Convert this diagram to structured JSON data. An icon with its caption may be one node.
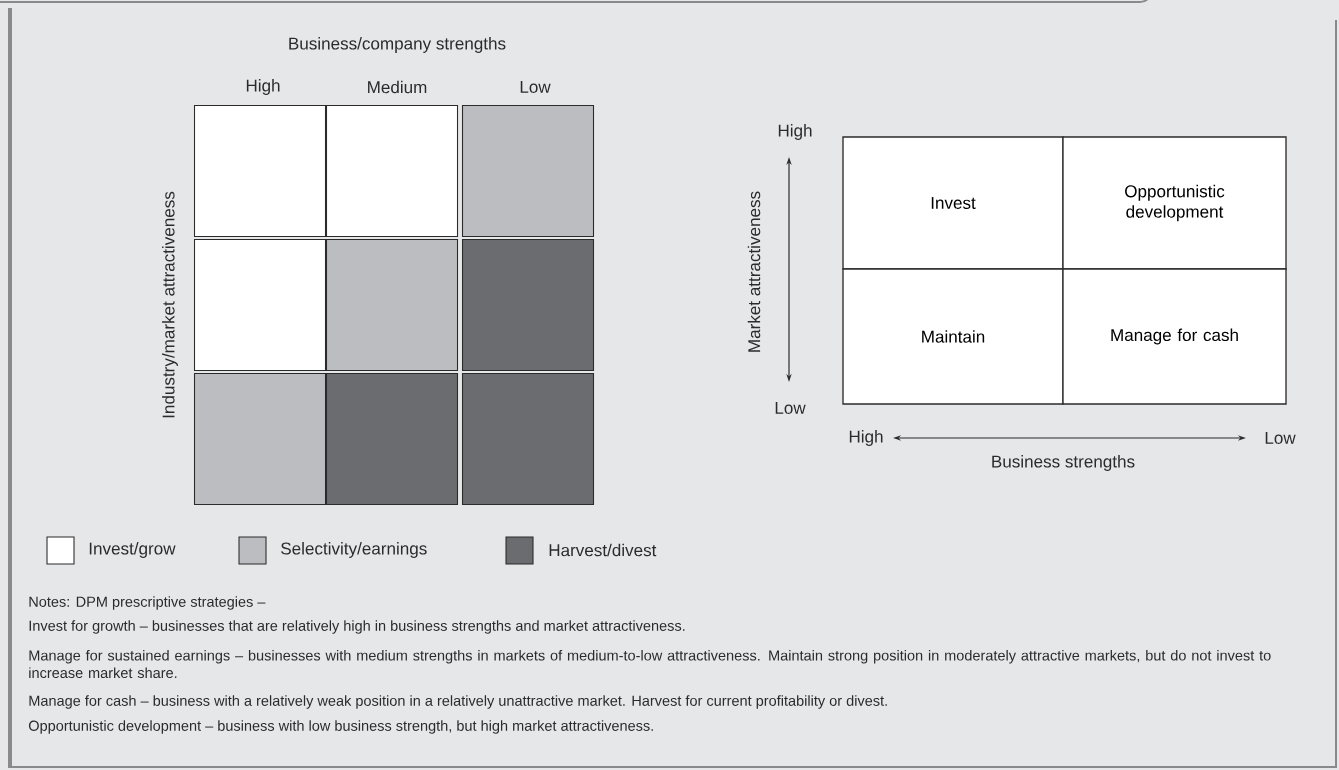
{
  "diagram": {
    "nodes": [
      {
        "text": [],
        "shape": "box"
      },
      {
        "text": [],
        "shape": "box"
      },
      {
        "text": [],
        "shape": "box"
      },
      {
        "text": [],
        "shape": "box"
      },
      {
        "text": [],
        "shape": "box"
      },
      {
        "text": [],
        "shape": "box"
      },
      {
        "text": [],
        "shape": "box"
      },
      {
        "text": [],
        "shape": "box"
      },
      {
        "text": [],
        "shape": "box"
      },
      {
        "text": [
          "Invest"
        ]
      },
      {
        "text": [
          "Opportunistic development"
        ]
      },
      {
        "text": [
          "Maintain"
        ]
      },
      {
        "text": [
          "Manage for cash"
        ]
      }
    ],
    "edges": [],
    "labels": [
      "Business/company strengths",
      "High",
      "Medium",
      "Low",
      "Industry/market attractiveness",
      "High",
      "Low",
      "Market attractiveness",
      "High",
      "Low",
      "Business strengths",
      "Notes: DPM prescriptive strategies –",
      "Invest for growth – businesses that are relatively high in business strengths and market attractiveness.",
      "Manage for sustained earnings – businesses with medium strengths in markets of medium-to-low attractiveness. Maintain strong position in moderately attractive markets, but do not invest to increase market share.",
      "Manage for cash – business with a relatively weak position in a relatively unattractive market. Harvest for current profitability or divest.",
      "Opportunistic development – business with low business strength, but high market attractiveness."
    ],
    "legend": [
      {
        "text": "Invest/grow",
        "color": "#ffffff"
      },
      {
        "text": "Selectivity/earnings",
        "color": "#bcbdc0"
      },
      {
        "text": "Harvest/divest",
        "color": "#6b6c6f"
      }
    ]
  }
}
